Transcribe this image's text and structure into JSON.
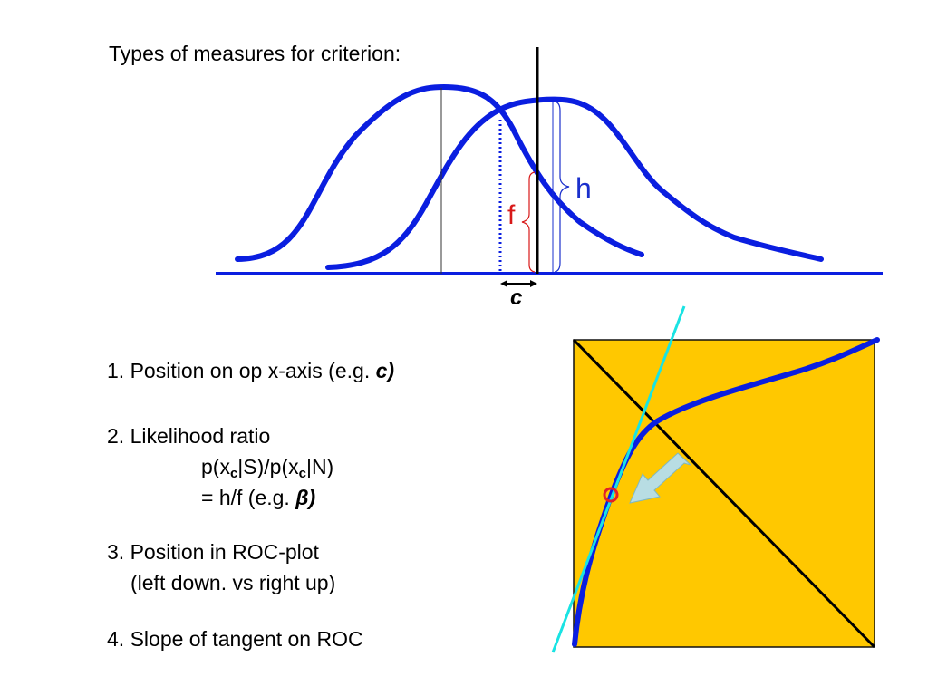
{
  "title": "Types of measures for criterion:",
  "diagram": {
    "h_label": "h",
    "f_label": "f",
    "c_label": "c"
  },
  "measures": {
    "m1_text": "1. Position on op x-axis (e.g. ",
    "m1_emph": "c)",
    "m2_text": "2. Likelihood ratio",
    "m2_p1": "p(x",
    "m2_sub1": "c",
    "m2_p2": "|S)/p(x",
    "m2_sub2": "c",
    "m2_p3": "|N)",
    "m2_eq": "= h/f     (e.g. ",
    "m2_emph": "β)",
    "m3_text": "3. Position in ROC-plot",
    "m3_sub": "(left down. vs right up)",
    "m4_text": "4. Slope of tangent on ROC"
  },
  "colors": {
    "curve": "#0a1ee0",
    "h_brace": "#1a2fcc",
    "f_brace": "#d81818",
    "roc_fill": "#ffc800",
    "tangent": "#19e3e3",
    "arrow": "#b8dde3",
    "point": "#e0202a"
  }
}
